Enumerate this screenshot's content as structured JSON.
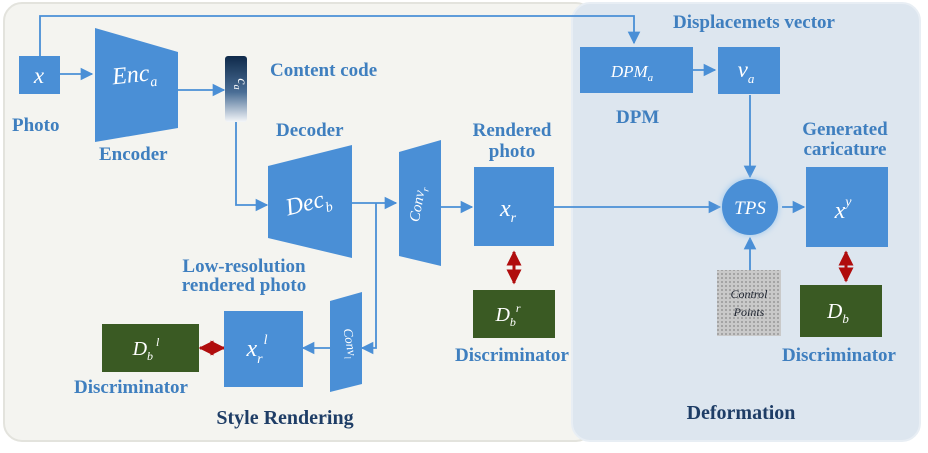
{
  "regions": {
    "style_rendering": "Style Rendering",
    "deformation": "Deformation"
  },
  "labels": {
    "photo": "Photo",
    "encoder": "Encoder",
    "content_code": "Content code",
    "decoder": "Decoder",
    "rendered_photo_line1": "Rendered",
    "rendered_photo_line2": "photo",
    "low_res_line1": "Low-resolution",
    "low_res_line2": "rendered photo",
    "dpm": "DPM",
    "displacements_vector": "Displacemets vector",
    "generated_line1": "Generated",
    "generated_line2": "caricature",
    "discriminator": "Discriminator"
  },
  "nodes": {
    "x": "x",
    "enc": "Enc",
    "enc_sub": "a",
    "c": "c",
    "c_sub": "a",
    "dec": "Dec",
    "dec_sub": "b",
    "conv_r": "Conv",
    "conv_r_sub": "r",
    "conv_l": "Conv",
    "conv_l_sub": "l",
    "xr": "x",
    "xr_sub": "r",
    "xrl": "x",
    "xrl_sub": "r",
    "xrl_sup": "l",
    "dbr": "D",
    "dbr_sub": "b",
    "dbr_sup": "r",
    "dbl": "D",
    "dbl_sub": "b",
    "dbl_sup": "l",
    "dpm": "DPM",
    "dpm_sub": "a",
    "v": "v",
    "v_sub": "a",
    "tps": "TPS",
    "xy": "x",
    "xy_sup": "y",
    "db": "D",
    "db_sub": "b",
    "control_line1": "Control",
    "control_line2": "Points"
  },
  "colors": {
    "box_blue": "#4a8fd6",
    "label_blue": "#3f7fbf",
    "disc_green": "#3a5a23",
    "arrow_red": "#b00d0d",
    "region_left": "#f4f4f0",
    "region_right": "#dde6ef"
  }
}
